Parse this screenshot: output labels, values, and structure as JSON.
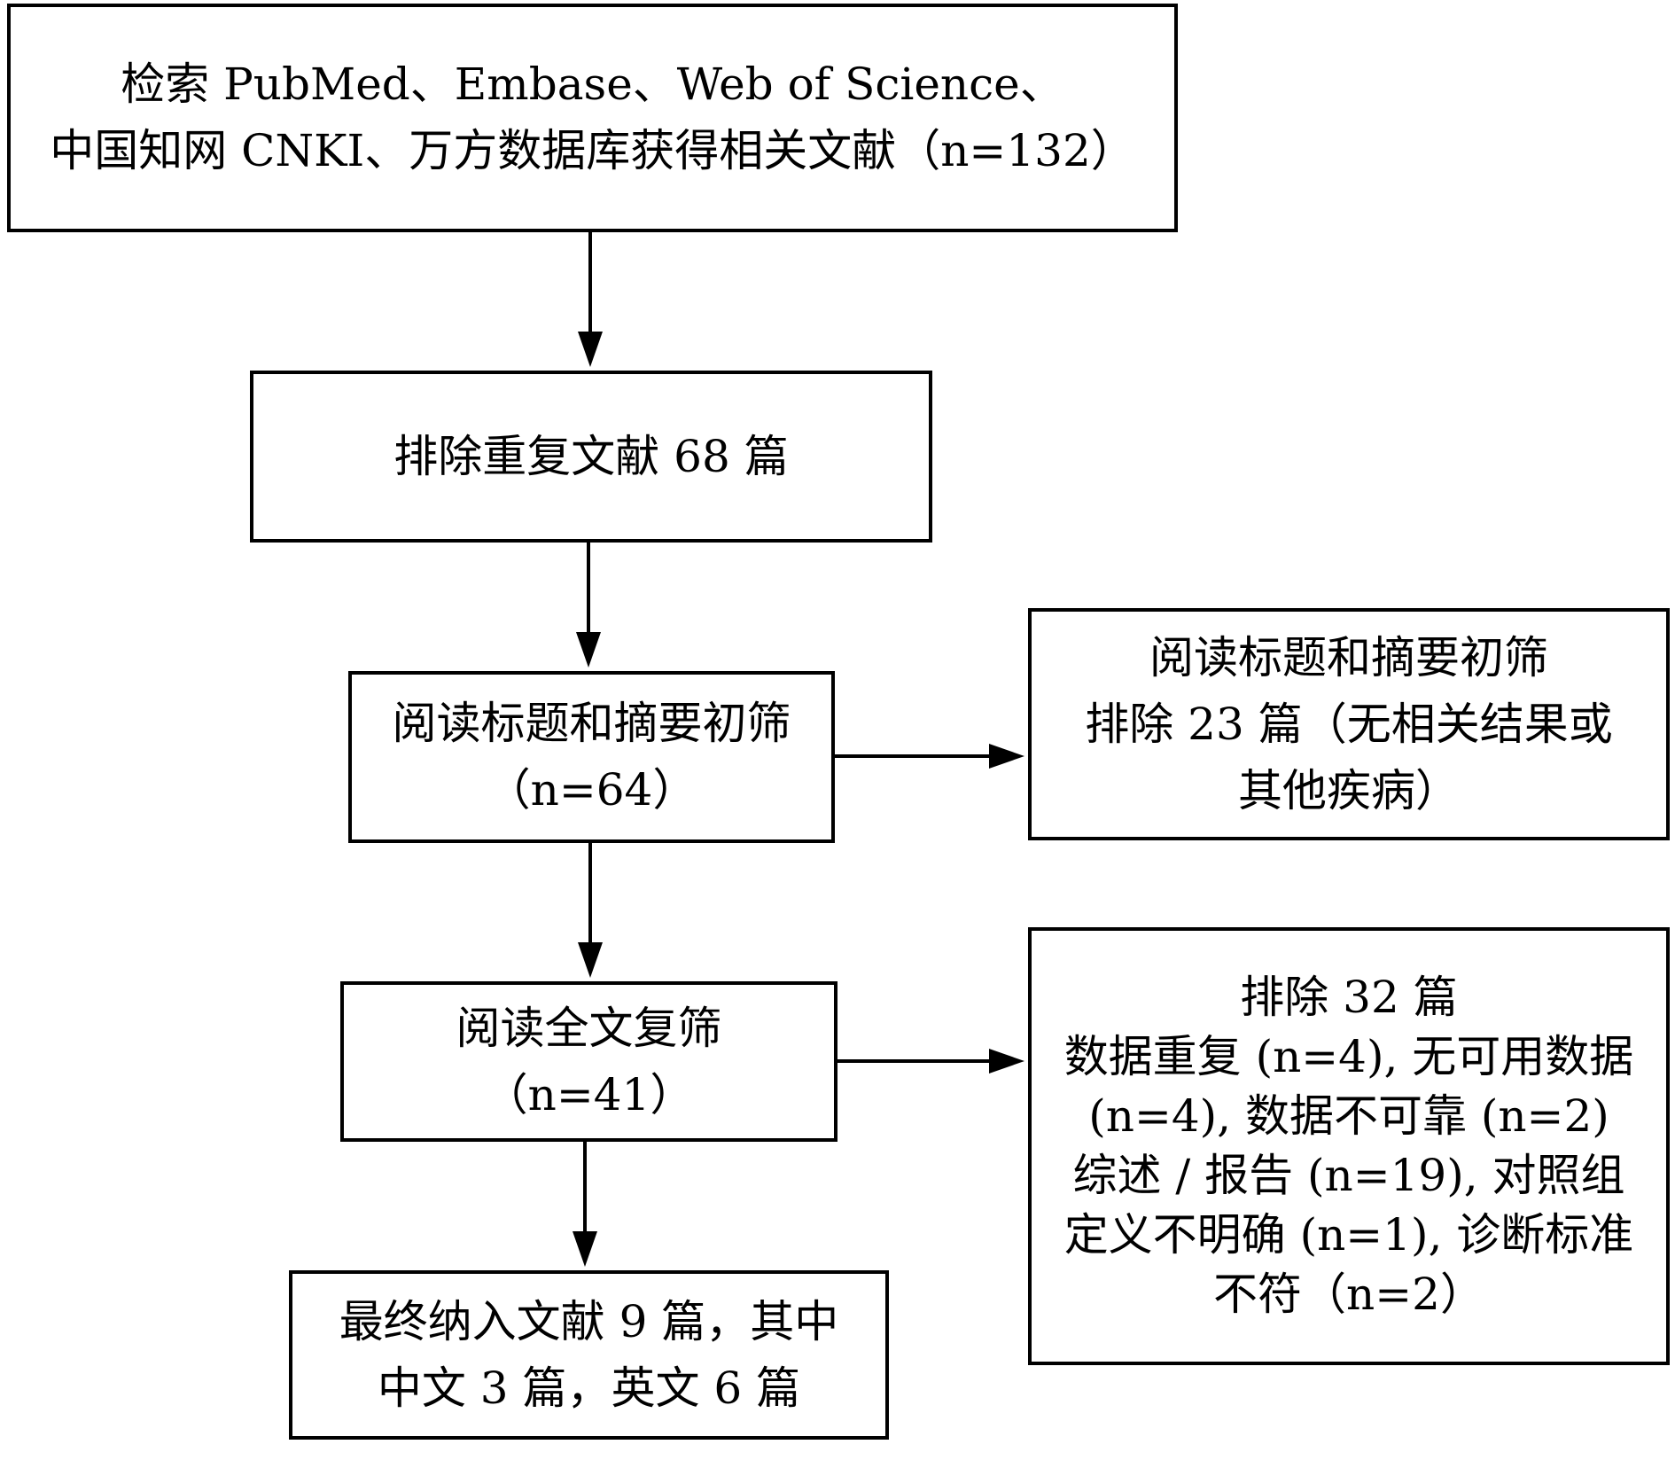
{
  "flowchart": {
    "search_box": {
      "lines": [
        "检索 PubMed、Embase、Web of Science、",
        "中国知网 CNKI、万方数据库获得相关文献（n=132）"
      ]
    },
    "dedup_box": {
      "lines": [
        "排除重复文献 68 篇"
      ]
    },
    "title_abstract_box": {
      "lines": [
        "阅读标题和摘要初筛",
        "（n=64）"
      ]
    },
    "title_abstract_exclusion_box": {
      "lines": [
        "阅读标题和摘要初筛",
        "排除 23 篇（无相关结果或",
        "其他疾病）"
      ]
    },
    "fulltext_box": {
      "lines": [
        "阅读全文复筛",
        "（n=41）"
      ]
    },
    "fulltext_exclusion_box": {
      "lines": [
        "排除 32 篇",
        "数据重复 (n=4), 无可用数据",
        "(n=4), 数据不可靠 (n=2)",
        "综述 / 报告 (n=19), 对照组",
        "定义不明确 (n=1), 诊断标准",
        "不符（n=2）"
      ]
    },
    "final_box": {
      "lines": [
        "最终纳入文献 9 篇，其中",
        "中文 3 篇，英文 6 篇"
      ]
    }
  }
}
